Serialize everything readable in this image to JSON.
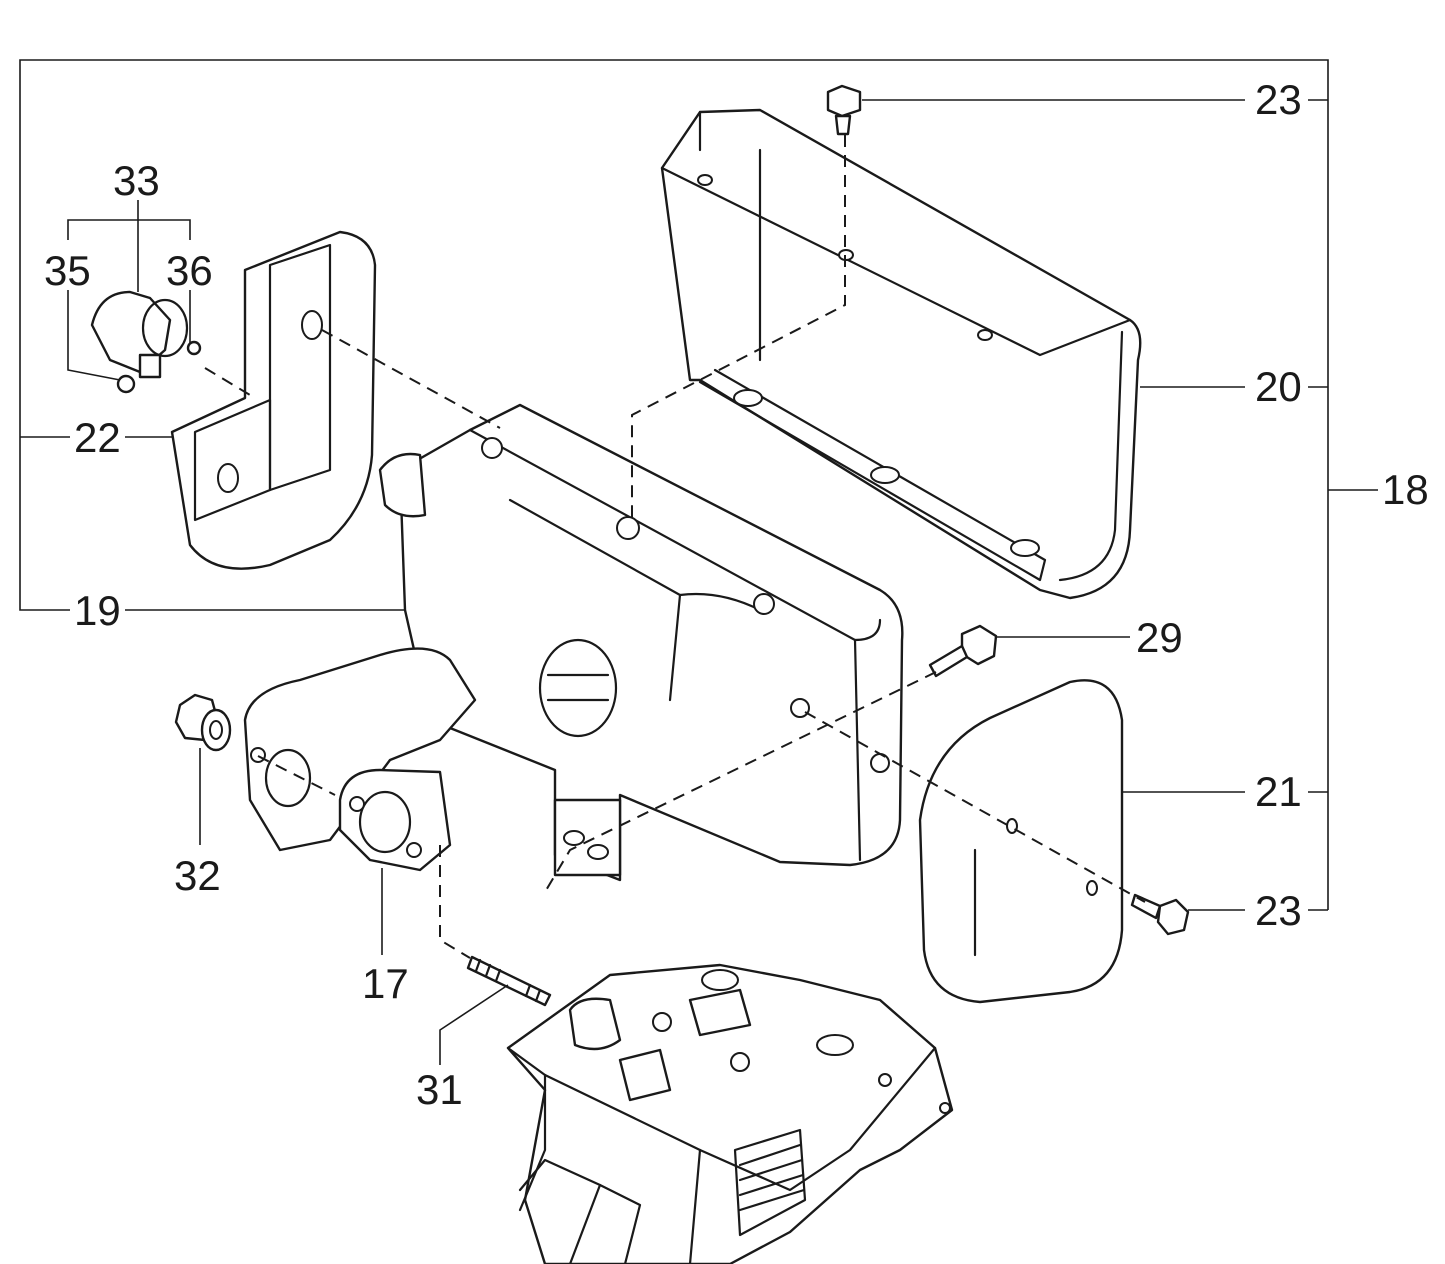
{
  "labels": {
    "l17": "17",
    "l18": "18",
    "l19": "19",
    "l20": "20",
    "l21": "21",
    "l22": "22",
    "l23_top": "23",
    "l23_bottom": "23",
    "l29": "29",
    "l31": "31",
    "l32": "32",
    "l33": "33",
    "l35": "35",
    "l36": "36"
  }
}
